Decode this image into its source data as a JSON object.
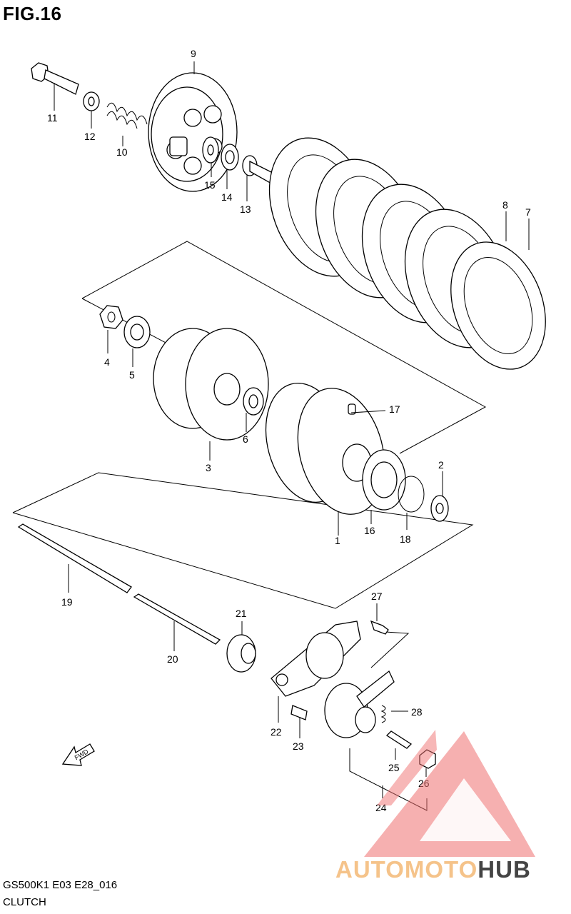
{
  "figure": {
    "title": "FIG.16",
    "model_code": "GS500K1 E03 E28_016",
    "section_name": "CLUTCH",
    "direction_label": "FWD"
  },
  "callouts": [
    "1",
    "2",
    "3",
    "4",
    "5",
    "6",
    "7",
    "8",
    "9",
    "10",
    "11",
    "12",
    "13",
    "14",
    "15",
    "16",
    "17",
    "18",
    "19",
    "20",
    "21",
    "22",
    "23",
    "24",
    "25",
    "26",
    "27",
    "28"
  ],
  "watermark": {
    "part1": "AUTOMOTO",
    "part2": "HUB",
    "color_light": "#f7c98a",
    "color_dark": "#e88a88",
    "triangle_color": "#ef6f6f"
  }
}
